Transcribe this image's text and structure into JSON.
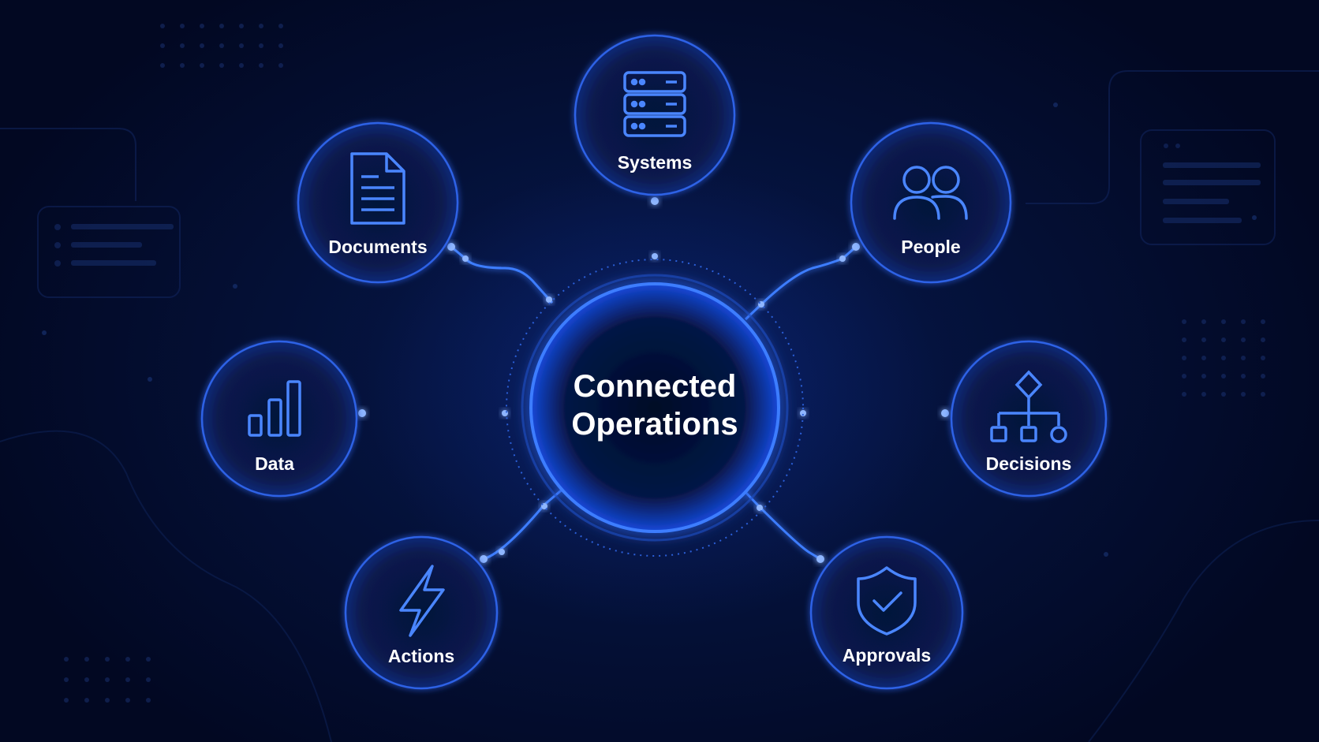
{
  "center": {
    "line1": "Connected",
    "line2": "Operations"
  },
  "nodes": [
    {
      "id": "systems",
      "label": "Systems",
      "icon": "server-icon"
    },
    {
      "id": "people",
      "label": "People",
      "icon": "people-icon"
    },
    {
      "id": "decisions",
      "label": "Decisions",
      "icon": "flowchart-icon"
    },
    {
      "id": "approvals",
      "label": "Approvals",
      "icon": "shield-check-icon"
    },
    {
      "id": "actions",
      "label": "Actions",
      "icon": "lightning-icon"
    },
    {
      "id": "data",
      "label": "Data",
      "icon": "bar-chart-icon"
    },
    {
      "id": "documents",
      "label": "Documents",
      "icon": "document-icon"
    }
  ],
  "colors": {
    "background": "#030b26",
    "accent": "#2f6bff",
    "glow": "#3d7dff",
    "icon": "#4a86ff",
    "text": "#ffffff"
  }
}
